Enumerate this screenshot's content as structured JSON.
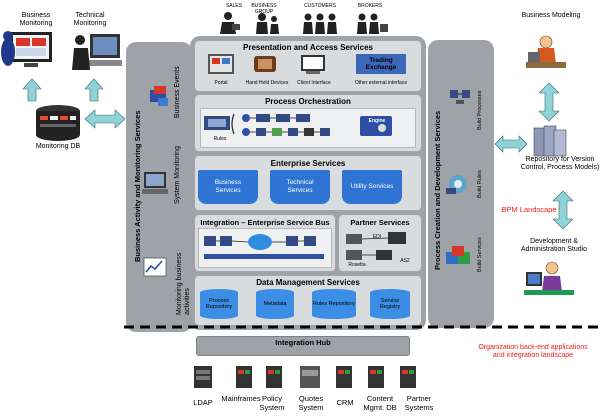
{
  "top_people": {
    "sales": "SALES",
    "business_group": "BUSINESS GROUP",
    "customers": "CUSTOMERS",
    "brokers": "BROKERS"
  },
  "left": {
    "business_monitoring": "Business Monitoring",
    "technical_monitoring": "Technical Monitoring",
    "monitoring_db": "Monitoring DB"
  },
  "bam": {
    "title": "Business Activity and Monitoring Services",
    "business_events": "Business Events",
    "system_monitoring": "System Monitoring",
    "monitoring_activities": "Monitoring business activities"
  },
  "presentation": {
    "title": "Presentation and Access Services",
    "portal": "Portal",
    "handheld": "Hand Held Devices",
    "client": "Client Interface",
    "trading": "Trading Exchange",
    "other": "Other external interface"
  },
  "orchestration": {
    "title": "Process Orchestration",
    "rules": "Rules",
    "engine": "Engine"
  },
  "enterprise": {
    "title": "Enterprise Services",
    "business": "Business Services",
    "technical": "Technical Services",
    "utility": "Utility Services"
  },
  "integration_esb": {
    "title": "Integration – Enterprise Service Bus"
  },
  "partner": {
    "title": "Partner Services",
    "edi": "EDI",
    "rosetta": "Rosetta",
    "as2": "AS2"
  },
  "data_mgmt": {
    "title": "Data Management Services",
    "process_repository": "Process Repository",
    "metadata": "Metadata",
    "rules_repository": "Rules Repository",
    "service_registry": "Service Registry"
  },
  "pcd": {
    "title": "Process Creation and Development Services",
    "build_processes": "Build Processes",
    "build_rules": "Build Rules",
    "build_services": "Build Services"
  },
  "right": {
    "business_modeling": "Business Modeling",
    "repository": "Repository for Version Control, Process Models)",
    "bpm_landscape": "BPM Landscape",
    "dev_studio": "Development & Administration Studio",
    "org_backend": "Organization back-end applications and integration landscape"
  },
  "hub": {
    "title": "Integration Hub"
  },
  "backends": {
    "ldap": "LDAP",
    "mainframes": "Mainframes",
    "policy": "Policy System",
    "quotes": "Quotes System",
    "crm": "CRM",
    "content": "Content Mgmt. DB",
    "partner_systems": "Partner Systems"
  },
  "colors": {
    "panel": "#9fa3a8",
    "accent_blue": "#2f74d2",
    "arrow_teal": "#8fd3d8",
    "red_text": "#e8201b"
  }
}
